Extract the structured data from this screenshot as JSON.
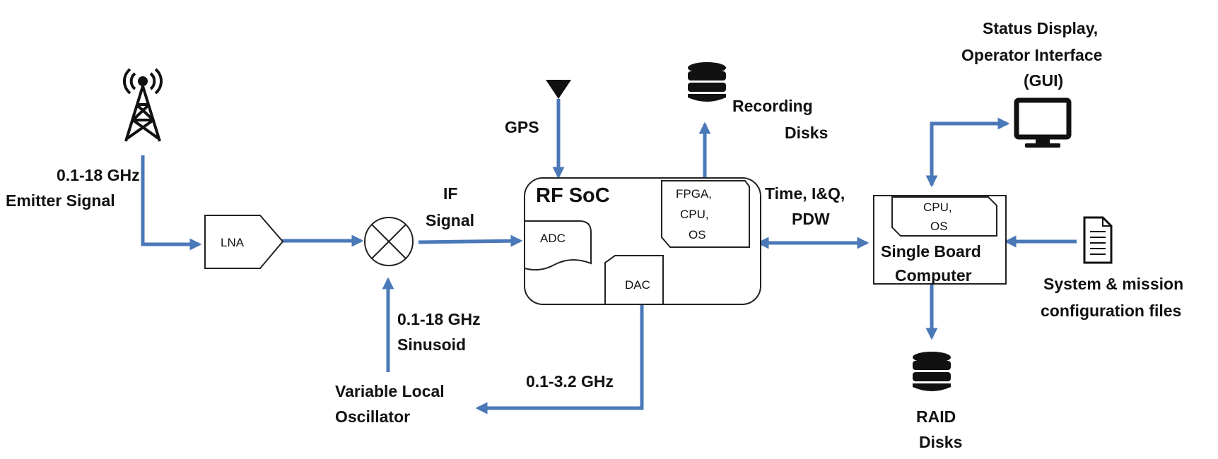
{
  "emitter": {
    "line1": "0.1-18 GHz",
    "line2": "Emitter Signal"
  },
  "lna": {
    "label": "LNA"
  },
  "if_signal": {
    "line1": "IF",
    "line2": "Signal"
  },
  "gps": {
    "label": "GPS"
  },
  "rfsoc": {
    "title": "RF SoC",
    "adc": "ADC",
    "dac": "DAC",
    "fpga_l1": "FPGA,",
    "fpga_l2": "CPU,",
    "fpga_l3": "OS"
  },
  "recording": {
    "line1": "Recording",
    "line2": "Disks"
  },
  "link": {
    "line1": "Time, I&Q,",
    "line2": "PDW"
  },
  "status": {
    "line1": "Status Display,",
    "line2": "Operator Interface",
    "line3": "(GUI)"
  },
  "sbc": {
    "cpu_l1": "CPU,",
    "cpu_l2": "OS",
    "line1": "Single Board",
    "line2": "Computer"
  },
  "config": {
    "line1": "System & mission",
    "line2": "configuration files"
  },
  "raid": {
    "line1": "RAID",
    "line2": "Disks"
  },
  "sinusoid": {
    "line1": "0.1-18 GHz",
    "line2": "Sinusoid"
  },
  "lo": {
    "line1": "Variable Local",
    "line2": "Oscillator"
  },
  "dac_out": {
    "label": "0.1-3.2 GHz"
  },
  "colors": {
    "wire": "#4a78b8",
    "outline": "#222222",
    "text": "#111111"
  }
}
